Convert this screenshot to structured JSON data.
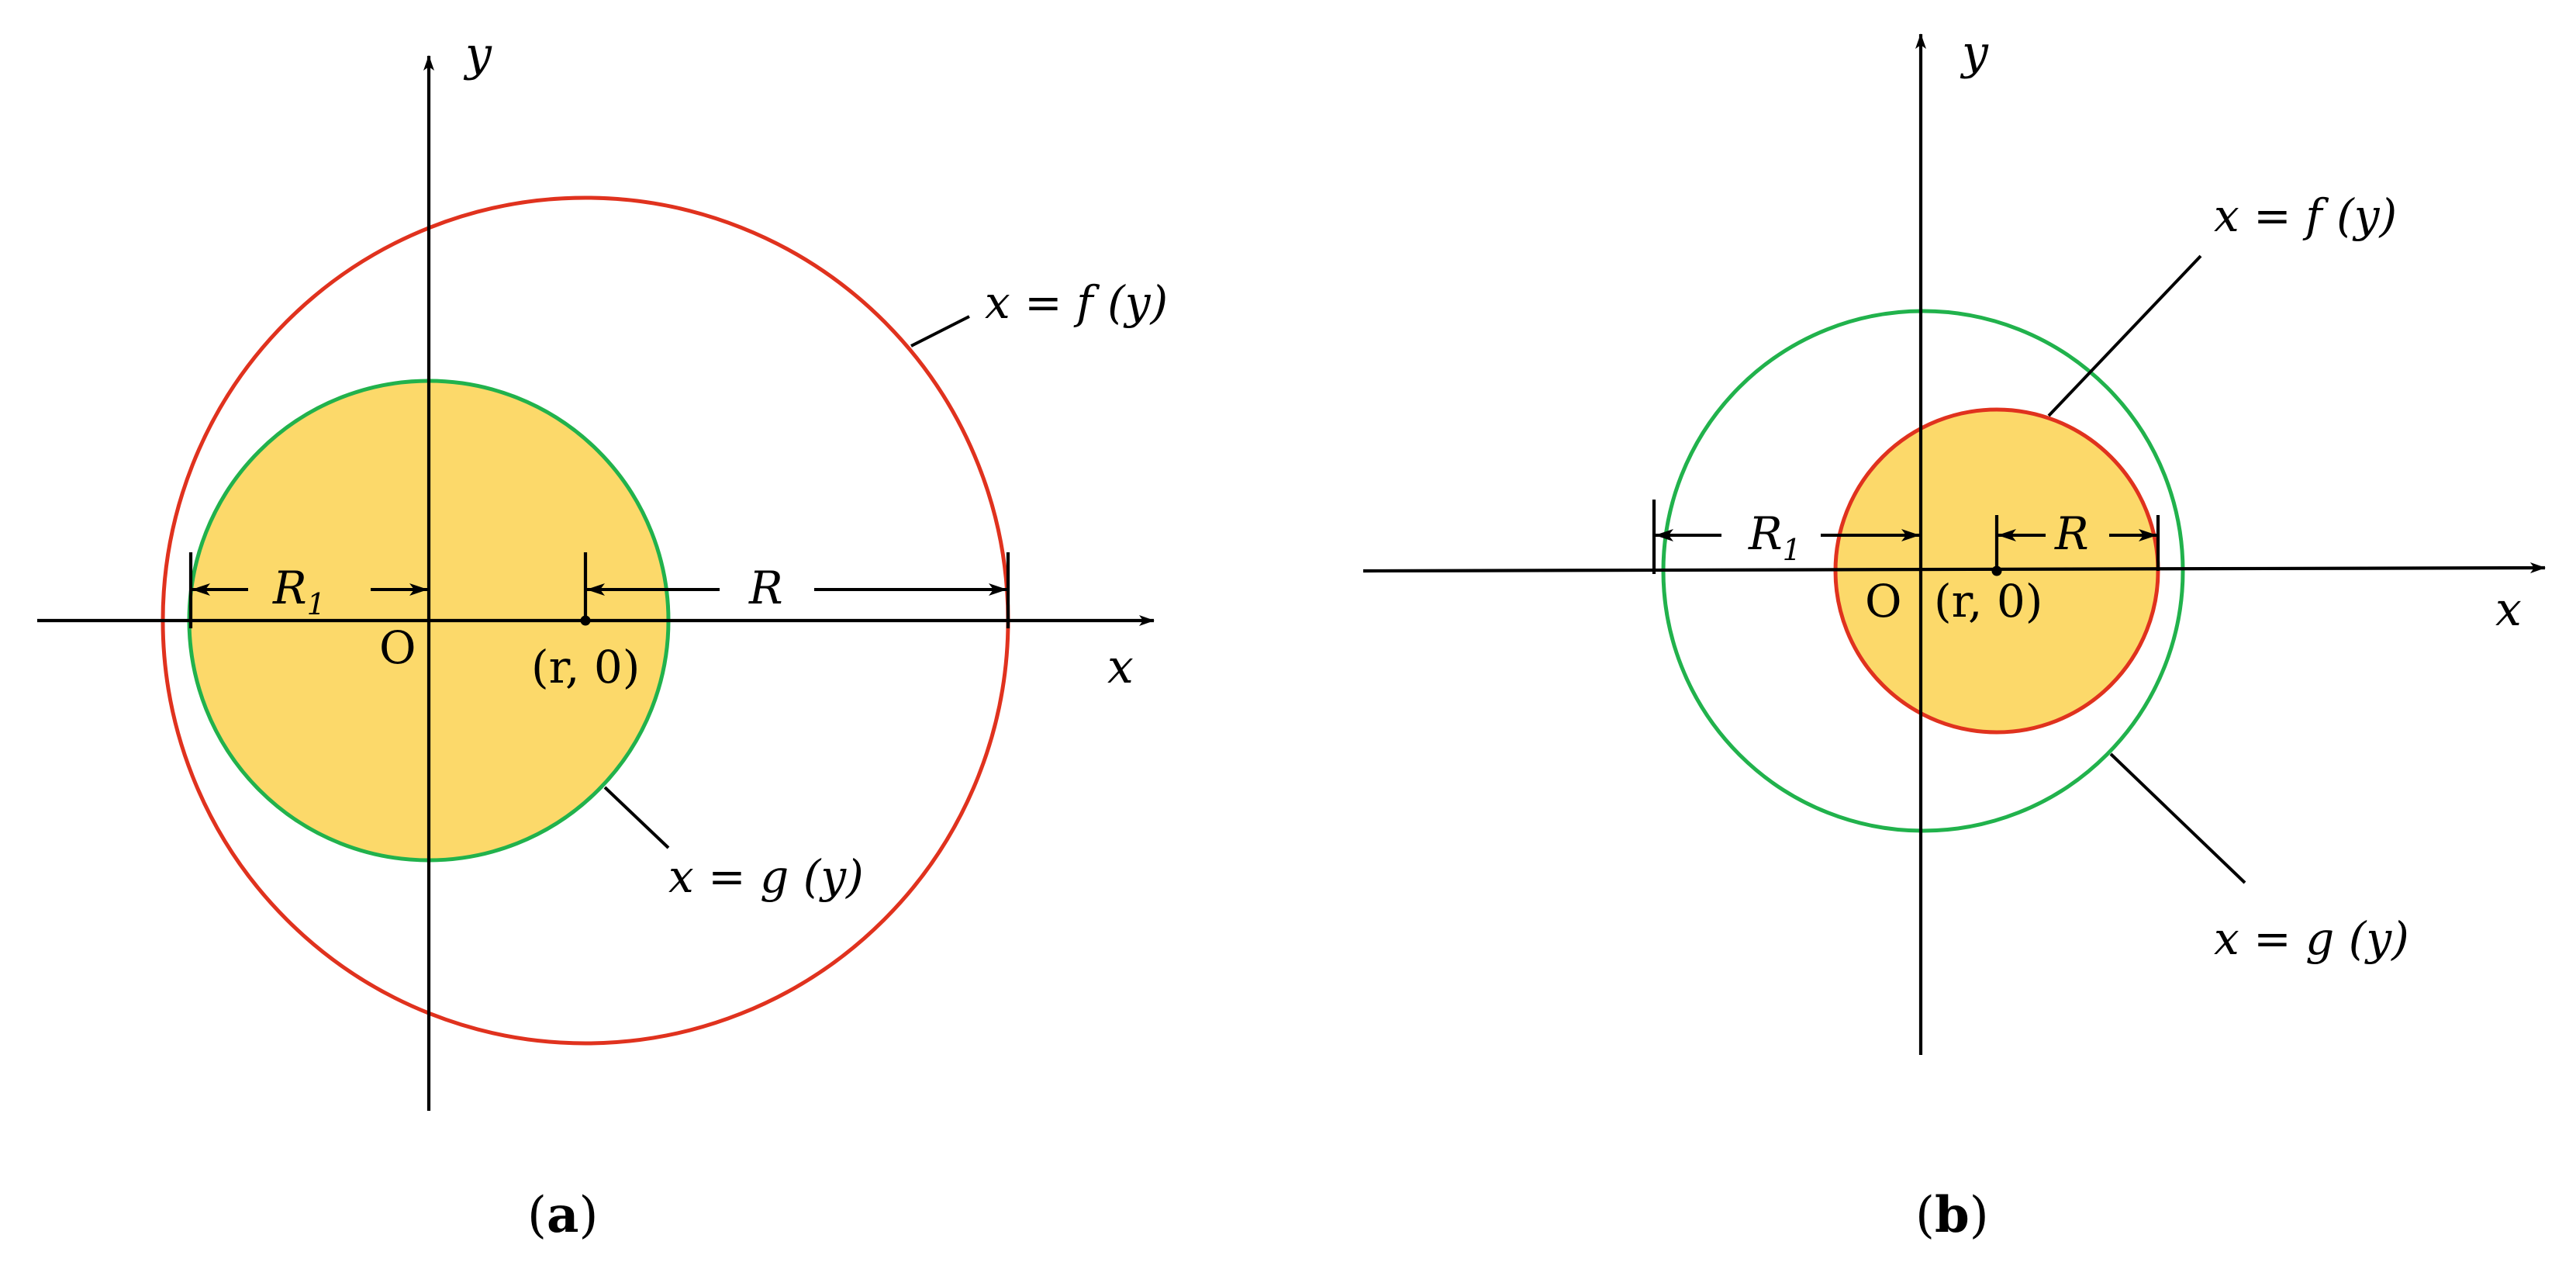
{
  "colors": {
    "fill": "#FCD96A",
    "green": "#21B24C",
    "red": "#E0321E",
    "axis": "#000000"
  },
  "panels": [
    {
      "id": "a",
      "tag_left": "(",
      "tag_letter": "a",
      "tag_right": ")",
      "x_axis": "x",
      "y_axis": "y",
      "origin": "O",
      "point_label": "(r, 0)",
      "dim_R1_main": "R",
      "dim_R1_sub": "1",
      "dim_R": "R",
      "curve_f": "x = f (y)",
      "curve_g": "x = g (y)"
    },
    {
      "id": "b",
      "tag_left": "(",
      "tag_letter": "b",
      "tag_right": ")",
      "x_axis": "x",
      "y_axis": "y",
      "origin": "O",
      "point_label": "(r, 0)",
      "dim_R1_main": "R",
      "dim_R1_sub": "1",
      "dim_R": "R",
      "curve_f": "x = f (y)",
      "curve_g": "x = g (y)"
    }
  ]
}
